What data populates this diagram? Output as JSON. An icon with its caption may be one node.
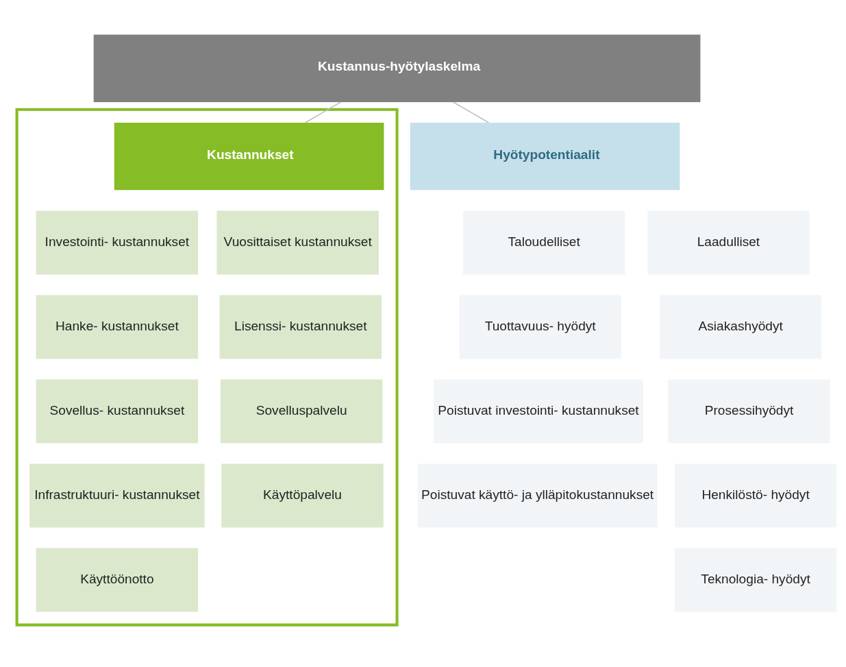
{
  "diagram": {
    "nodes": [
      {
        "text": [
          "Kustannus-hyötylaskelma"
        ]
      },
      {
        "text": [],
        "shape": "box"
      },
      {
        "text": [
          "Kustannukset"
        ],
        "in": 1
      },
      {
        "text": [
          "Hyötypotentiaalit"
        ]
      },
      {
        "text": [
          "Investointi- kustannukset"
        ],
        "in": 1
      },
      {
        "text": [
          "Vuosittaiset kustannukset"
        ],
        "in": 1
      },
      {
        "text": [
          "Hanke- kustannukset"
        ],
        "in": 1
      },
      {
        "text": [
          "Lisenssi- kustannukset"
        ],
        "in": 1
      },
      {
        "text": [
          "Sovellus- kustannukset"
        ],
        "in": 1
      },
      {
        "text": [
          "Sovelluspalvelu"
        ],
        "in": 1
      },
      {
        "text": [
          "Infrastruktuuri- kustannukset"
        ],
        "in": 1
      },
      {
        "text": [
          "Käyttöpalvelu"
        ],
        "in": 1
      },
      {
        "text": [
          "Käyttöönotto"
        ],
        "in": 1
      },
      {
        "text": [
          "Taloudelliset"
        ]
      },
      {
        "text": [
          "Laadulliset"
        ]
      },
      {
        "text": [
          "Tuottavuus- hyödyt"
        ]
      },
      {
        "text": [
          "Asiakashyödyt"
        ]
      },
      {
        "text": [
          "Poistuvat investointi- kustannukset"
        ]
      },
      {
        "text": [
          "Prosessihyödyt"
        ]
      },
      {
        "text": [
          "Poistuvat käyttö- ja ylläpitokustannukset"
        ]
      },
      {
        "text": [
          "Henkilöstö- hyödyt"
        ]
      },
      {
        "text": [
          "Teknologia- hyödyt"
        ]
      }
    ],
    "edges": [
      {
        "from": 0,
        "to": 2,
        "arrow": "none"
      },
      {
        "from": 0,
        "to": 3,
        "arrow": "none"
      }
    ]
  }
}
